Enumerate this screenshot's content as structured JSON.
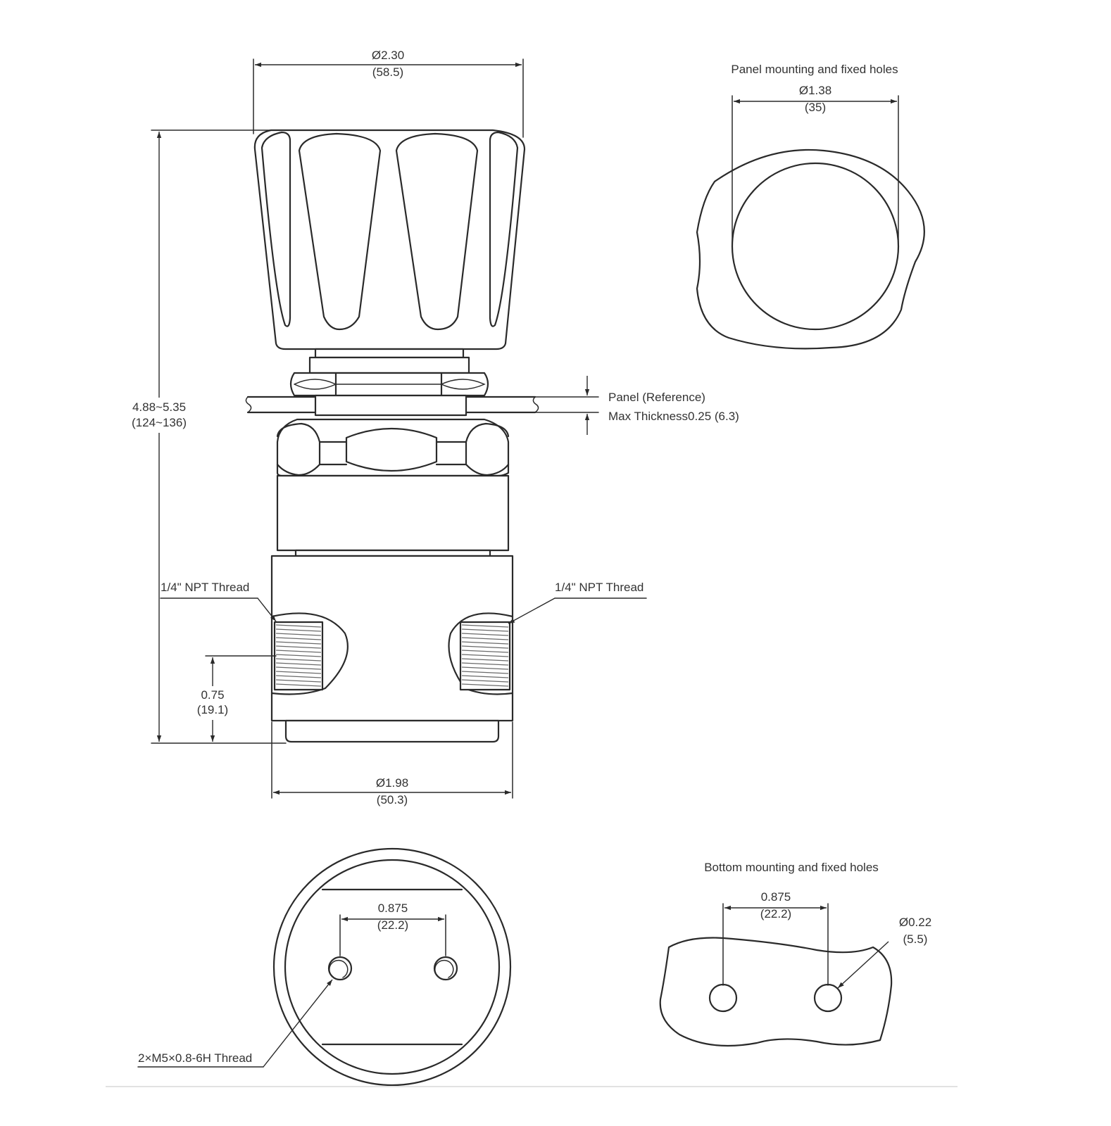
{
  "drawing": {
    "front_view": {
      "knob_diameter": {
        "imperial": "Ø2.30",
        "metric": "(58.5)"
      },
      "overall_height": {
        "imperial": "4.88~5.35",
        "metric": "(124~136)"
      },
      "panel_label": "Panel (Reference)",
      "panel_thickness_label": "Max Thickness0.25 (6.3)",
      "port_left_label": "1/4\" NPT Thread",
      "port_right_label": "1/4\" NPT Thread",
      "port_height": {
        "imperial": "0.75",
        "metric": "(19.1)"
      },
      "body_diameter": {
        "imperial": "Ø1.98",
        "metric": "(50.3)"
      }
    },
    "panel_detail": {
      "title": "Panel mounting and fixed holes",
      "hole_diameter": {
        "imperial": "Ø1.38",
        "metric": "(35)"
      }
    },
    "bottom_view": {
      "hole_spacing": {
        "imperial": "0.875",
        "metric": "(22.2)"
      },
      "thread_label": "2×M5×0.8-6H Thread"
    },
    "bottom_detail": {
      "title": "Bottom mounting and fixed holes",
      "hole_spacing": {
        "imperial": "0.875",
        "metric": "(22.2)"
      },
      "hole_diameter": {
        "imperial": "Ø0.22",
        "metric": "(5.5)"
      }
    }
  }
}
